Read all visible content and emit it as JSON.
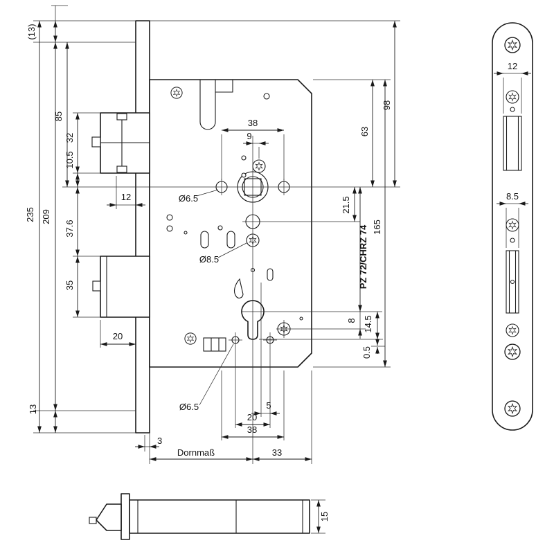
{
  "main_view": {
    "left_dims": {
      "d13_top": "(13)",
      "d235": "235",
      "d209": "209",
      "d85": "85",
      "d32": "32",
      "d10_5": "10.5",
      "d37_6": "37.6",
      "d35": "35",
      "d12_latch": "12",
      "d20_deadbolt": "20",
      "d13_bottom": "13"
    },
    "top_dims": {
      "d38": "38",
      "d9": "9"
    },
    "hole_labels": {
      "d6_5_mid": "Ø6.5",
      "d8_5": "Ø8.5",
      "d6_5_bottom": "Ø6.5"
    },
    "right_dims": {
      "d98": "98",
      "d63": "63",
      "d21_5": "21.5",
      "d165": "165",
      "pz": "PZ 72/CHRZ 74",
      "d8": "8",
      "d14_5": "14.5",
      "d0_5": "0.5"
    },
    "bottom_dims": {
      "d5": "5",
      "d20": "20",
      "d38": "38",
      "d3": "3",
      "dornmass": "Dornmaß",
      "d33": "33"
    }
  },
  "faceplate_view": {
    "dims": {
      "d12": "12",
      "d8_5": "8.5"
    }
  },
  "bottom_view": {
    "dims": {
      "d15": "15"
    }
  }
}
